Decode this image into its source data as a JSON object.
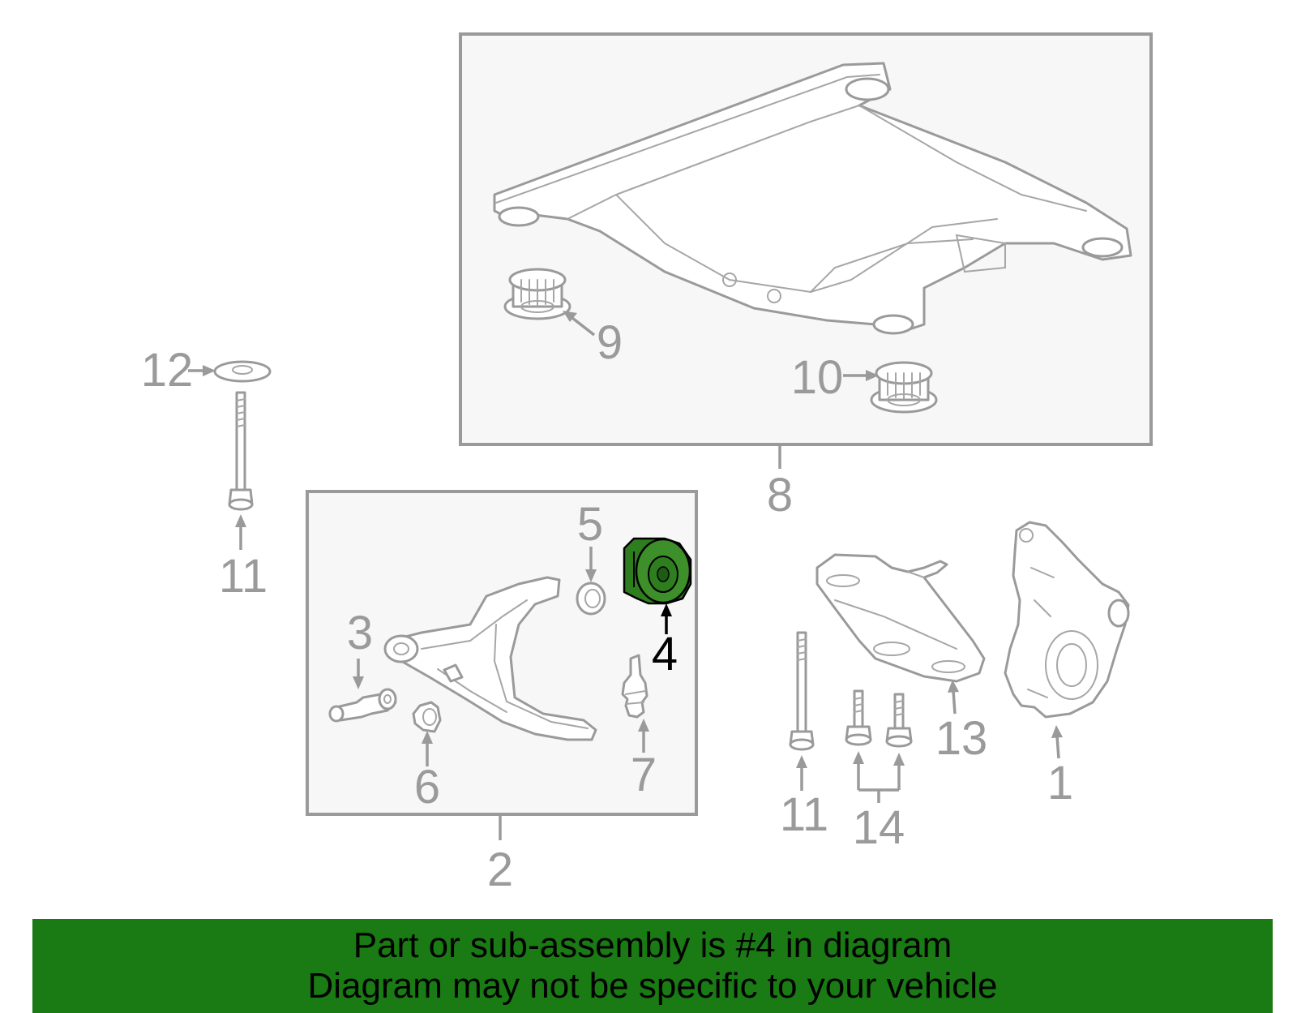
{
  "highlight_color": "#2e7d1f",
  "banner_color": "#1a7a13",
  "callouts": {
    "c1": "1",
    "c2": "2",
    "c3": "3",
    "c4": "4",
    "c5": "5",
    "c6": "6",
    "c7": "7",
    "c8": "8",
    "c9": "9",
    "c10": "10",
    "c11a": "11",
    "c11b": "11",
    "c12": "12",
    "c13": "13",
    "c14": "14"
  },
  "banner": {
    "line1": "Part or sub-assembly is #4 in diagram",
    "line2": "Diagram may not be specific to your vehicle"
  }
}
